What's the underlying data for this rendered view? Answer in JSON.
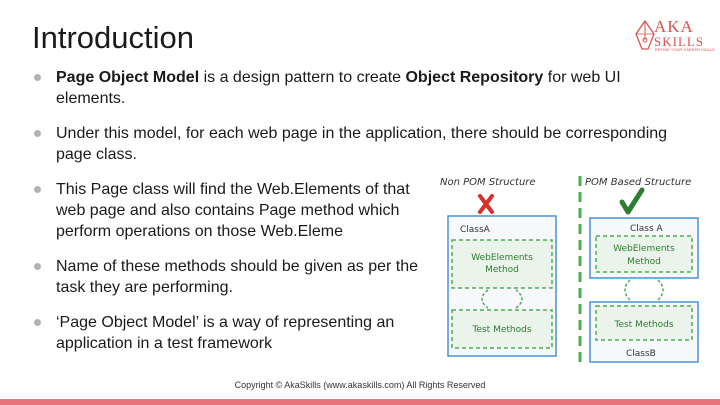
{
  "slide": {
    "title": "Introduction",
    "logo": {
      "line1": "AKA",
      "line2": "SKILLS",
      "tagline": "REFINE YOUR CAREER SKILLS"
    },
    "bullets": [
      {
        "parts": [
          {
            "text": "Page Object Model",
            "bold": true
          },
          {
            "text": " is a design pattern to create ",
            "bold": false
          },
          {
            "text": "Object Repository",
            "bold": true
          },
          {
            "text": " for web UI elements.",
            "bold": false
          }
        ]
      },
      {
        "parts": [
          {
            "text": "Under this model, for each web page in the application, there should be corresponding page class.",
            "bold": false
          }
        ]
      },
      {
        "parts": [
          {
            "text": "This Page class will find the Web.Elements of that web page and also contains Page method which perform operations on those Web.Eleme",
            "bold": false
          }
        ]
      },
      {
        "parts": [
          {
            "text": "Name of these methods should be given as per the task they are performing.",
            "bold": false
          }
        ]
      },
      {
        "parts": [
          {
            "text": "‘Page Object Model’ is a way of representing an application in a test framework",
            "bold": false
          }
        ]
      }
    ],
    "footer": "Copyright © AkaSkills (www.akaskills.com) All Rights Reserved"
  },
  "diagram": {
    "left_title": "Non POM Structure",
    "right_title": "POM Based Structure",
    "left_class": "ClassA",
    "left_box1_line1": "WebElements",
    "left_box1_line2": "Method",
    "left_box2": "Test Methods",
    "right_class_a": "Class A",
    "right_box1_line1": "WebElements",
    "right_box1_line2": "Method",
    "right_box2": "Test Methods",
    "right_class_b": "ClassB",
    "colors": {
      "cross": "#d9322a",
      "check": "#2e7d32",
      "box": "#4a90d9",
      "dash": "#4caf50"
    }
  }
}
